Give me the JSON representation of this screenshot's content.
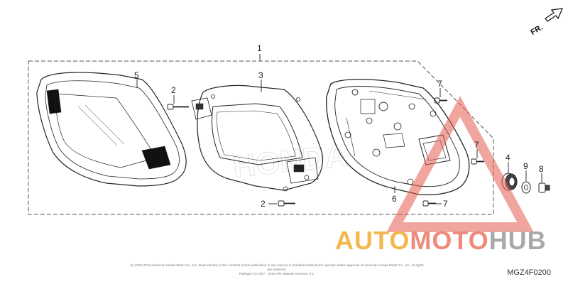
{
  "callouts": {
    "c1": "1",
    "c2a": "2",
    "c2b": "2",
    "c3": "3",
    "c4": "4",
    "c5": "5",
    "c6": "6",
    "c7a": "7",
    "c7b": "7",
    "c7c": "7",
    "c8": "8",
    "c9": "9"
  },
  "direction_label": "FR.",
  "part_code": "MGZ4F0200",
  "copyright": {
    "line1": "(c) 2002-2015 American Honda Motor Co., Inc. Reproduction of the contents of this publication in any manner is prohibited without the express written approval of American Honda Motor Co., Inc. All rights are reserved.",
    "line2": "Partsgen (c) 2007 - 2015 ARI Network Services, Inc."
  },
  "watermark": {
    "part1": "AUTO",
    "part2": "MOTO",
    "part3": "HUB",
    "colors": {
      "auto": "#f3b84c",
      "moto": "#ef8a7b",
      "hub": "#a9a9a9",
      "triangle": "#e35d4f"
    }
  },
  "background_brand": "HONDA"
}
